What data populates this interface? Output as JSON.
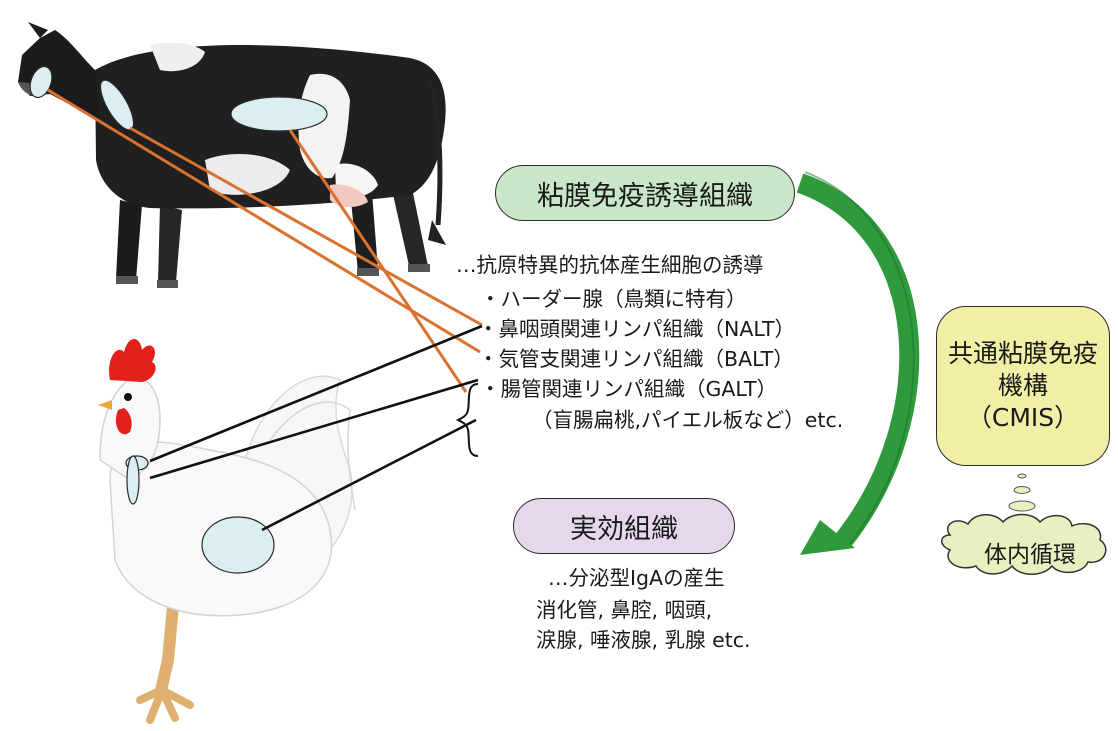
{
  "induction": {
    "title": "粘膜免疫誘導組織",
    "description": "…抗原特異的抗体産生細胞の誘導",
    "items": [
      "・ハーダー腺（鳥類に特有）",
      "・鼻咽頭関連リンパ組織（NALT）",
      "・気管支関連リンパ組織（BALT）",
      "・腸管関連リンパ組織（GALT）"
    ],
    "galt_note": "（盲腸扁桃,パイエル板など）etc."
  },
  "effector": {
    "title": "実効組織",
    "description": "…分泌型IgAの産生",
    "line1": "消化管, 鼻腔, 咽頭,",
    "line2": "涙腺, 唾液腺, 乳腺 etc."
  },
  "cmis": {
    "line1": "共通粘膜免疫",
    "line2": "機構",
    "line3": "（CMIS）"
  },
  "circulation": {
    "label": "体内循環"
  },
  "colors": {
    "induction_fill": "#c9e6c9",
    "effector_fill": "#e6d8ec",
    "cmis_fill": "#f1efa6",
    "arrow_green": "#2e9a3c",
    "cow_lines": "#d9722f",
    "chicken_lines": "#111111",
    "tissue_ovals": "#dbeff3"
  }
}
